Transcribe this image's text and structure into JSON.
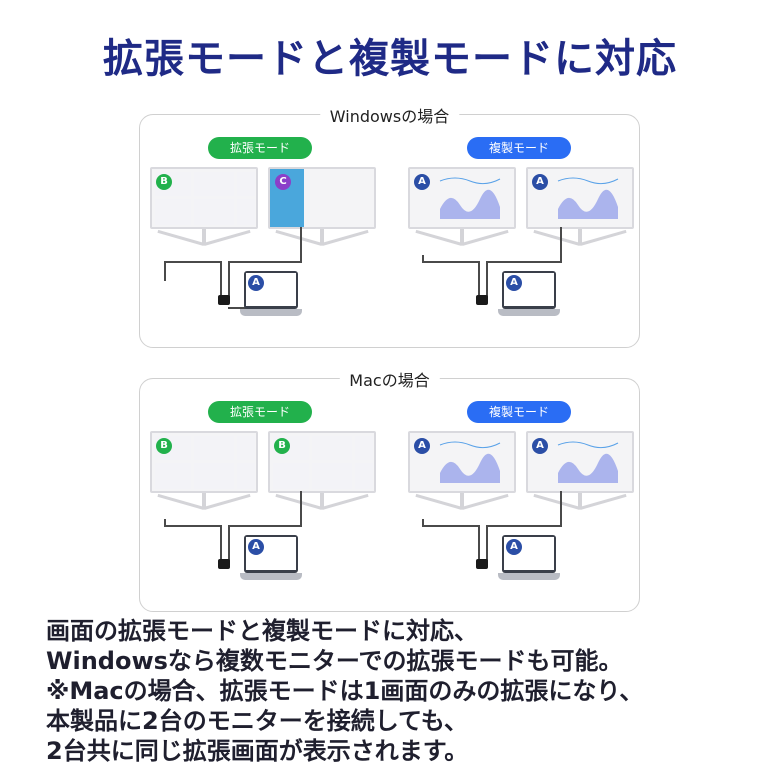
{
  "title": "拡張モードと複製モードに対応",
  "panels": {
    "windows": {
      "label": "Windowsの場合",
      "extended_label": "拡張モード",
      "duplicate_label": "複製モード"
    },
    "mac": {
      "label": "Macの場合",
      "extended_label": "拡張モード",
      "duplicate_label": "複製モード"
    }
  },
  "badges": {
    "a": "A",
    "b": "B",
    "c": "C"
  },
  "description": [
    "画面の拡張モードと複製モードに対応、",
    "Windowsなら複数モニターでの拡張モードも可能。",
    "※Macの場合、拡張モードは1画面のみの拡張になり、",
    "本製品に2台のモニターを接続しても、",
    "2台共に同じ拡張画面が表示されます。"
  ],
  "colors": {
    "title": "#1f2a86",
    "extended_pill": "#22b14c",
    "duplicate_pill": "#2a6df4",
    "badge_a": "#2b4ea6",
    "badge_b": "#22b14c",
    "badge_c": "#8b3fc9"
  }
}
